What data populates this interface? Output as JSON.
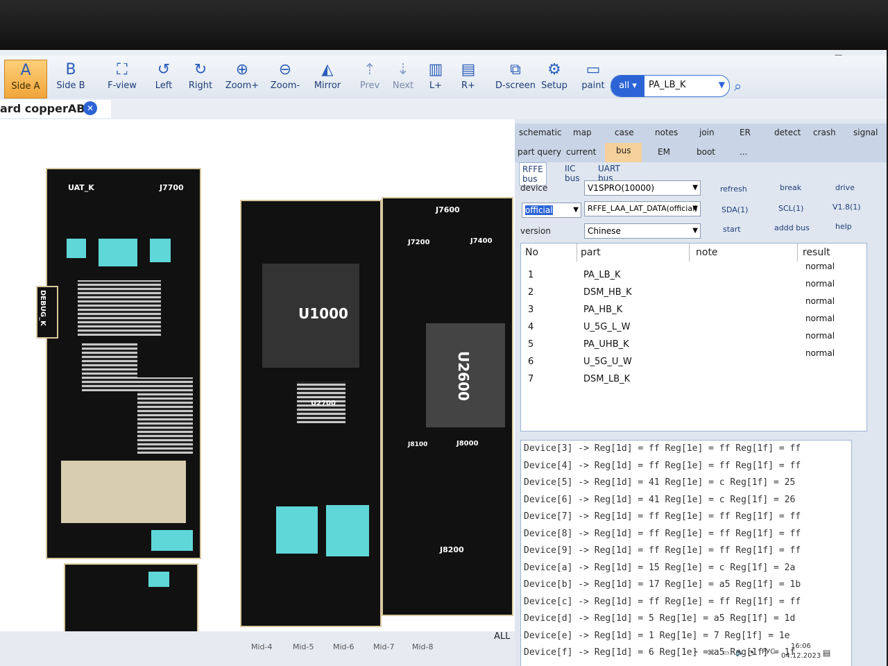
{
  "toolbar": {
    "buttons": [
      {
        "label": "Side A",
        "icon": "A"
      },
      {
        "label": "Side B",
        "icon": "B"
      },
      {
        "label": "F-view",
        "icon": "⛶"
      },
      {
        "label": "Left",
        "icon": "↺"
      },
      {
        "label": "Right",
        "icon": "↻"
      },
      {
        "label": "Zoom+",
        "icon": "⊕"
      },
      {
        "label": "Zoom-",
        "icon": "⊖"
      },
      {
        "label": "Mirror",
        "icon": "◭"
      },
      {
        "label": "Prev",
        "icon": "⇡"
      },
      {
        "label": "Next",
        "icon": "⇣"
      },
      {
        "label": "L+",
        "icon": "▥"
      },
      {
        "label": "R+",
        "icon": "▤"
      },
      {
        "label": "D-screen",
        "icon": "⧉"
      },
      {
        "label": "Setup",
        "icon": "⚙"
      },
      {
        "label": "paint",
        "icon": "▭"
      }
    ],
    "search_scope": "all",
    "search_value": "PA_LB_K"
  },
  "tab": {
    "title": "ard copperAB"
  },
  "boards": {
    "labels": [
      "UAT_K",
      "J7700",
      "DEBUG_K",
      "J7600",
      "J7200",
      "J7400",
      "U1000",
      "U2600",
      "U2700",
      "J8100",
      "J8000",
      "J8200"
    ]
  },
  "bottom_tabs": [
    "Mid-4",
    "Mid-5",
    "Mid-6",
    "Mid-7",
    "Mid-8",
    "ALL"
  ],
  "panel": {
    "menu_row1": [
      "schematic",
      "map",
      "case",
      "notes",
      "join",
      "ER",
      "detect",
      "crash",
      "signal"
    ],
    "menu_row2": [
      "part query",
      "current",
      "bus",
      "EM",
      "boot",
      "..."
    ],
    "subtabs": [
      "RFFE bus",
      "IIC bus",
      "UART bus"
    ],
    "device_label": "device",
    "device_value": "V1SPRO(10000)",
    "mode_value": "official",
    "data_value": "RFFE_LAA_LAT_DATA(official)",
    "version_label": "version",
    "version_value": "Chinese",
    "actions": [
      "refresh",
      "break",
      "drive",
      "SDA(1)",
      "SCL(1)",
      "V1.8(1)",
      "start",
      "addd bus",
      "help"
    ],
    "table": {
      "headers": [
        "No",
        "part",
        "note",
        "result"
      ],
      "rows": [
        {
          "no": "1",
          "part": "PA_LB_K",
          "result": "normal"
        },
        {
          "no": "2",
          "part": "DSM_HB_K",
          "result": "normal"
        },
        {
          "no": "3",
          "part": "PA_HB_K",
          "result": "normal"
        },
        {
          "no": "4",
          "part": "U_5G_L_W",
          "result": "normal"
        },
        {
          "no": "5",
          "part": "PA_UHB_K",
          "result": "normal"
        },
        {
          "no": "6",
          "part": "U_5G_U_W",
          "result": "normal"
        },
        {
          "no": "7",
          "part": "DSM_LB_K",
          "result": ""
        }
      ]
    },
    "log": [
      "Device[3] -> Reg[1d] = ff Reg[1e] = ff Reg[1f] = ff",
      "Device[4] -> Reg[1d] = ff Reg[1e] = ff Reg[1f] = ff",
      "Device[5] -> Reg[1d] = 41 Reg[1e] = c Reg[1f] = 25",
      "Device[6] -> Reg[1d] = 41 Reg[1e] = c Reg[1f] = 26",
      "Device[7] -> Reg[1d] = ff Reg[1e] = ff Reg[1f] = ff",
      "Device[8] -> Reg[1d] = ff Reg[1e] = ff Reg[1f] = ff",
      "Device[9] -> Reg[1d] = ff Reg[1e] = ff Reg[1f] = ff",
      "Device[a] -> Reg[1d] = 15 Reg[1e] = c Reg[1f] = 2a",
      "Device[b] -> Reg[1d] = 17 Reg[1e] = a5 Reg[1f] = 1b",
      "Device[c] -> Reg[1d] = ff Reg[1e] = ff Reg[1f] = ff",
      "Device[d] -> Reg[1d] = 5 Reg[1e] = a5 Reg[1f] = 1d",
      "Device[e] -> Reg[1d] = 1 Reg[1e] = 7 Reg[1f] = 1e",
      "Device[f] -> Reg[1d] = 6 Reg[1e] = a5 Reg[1f] = 1f"
    ]
  },
  "tray": {
    "lang": "РУС",
    "time": "16:06",
    "date": "04.12.2023"
  }
}
